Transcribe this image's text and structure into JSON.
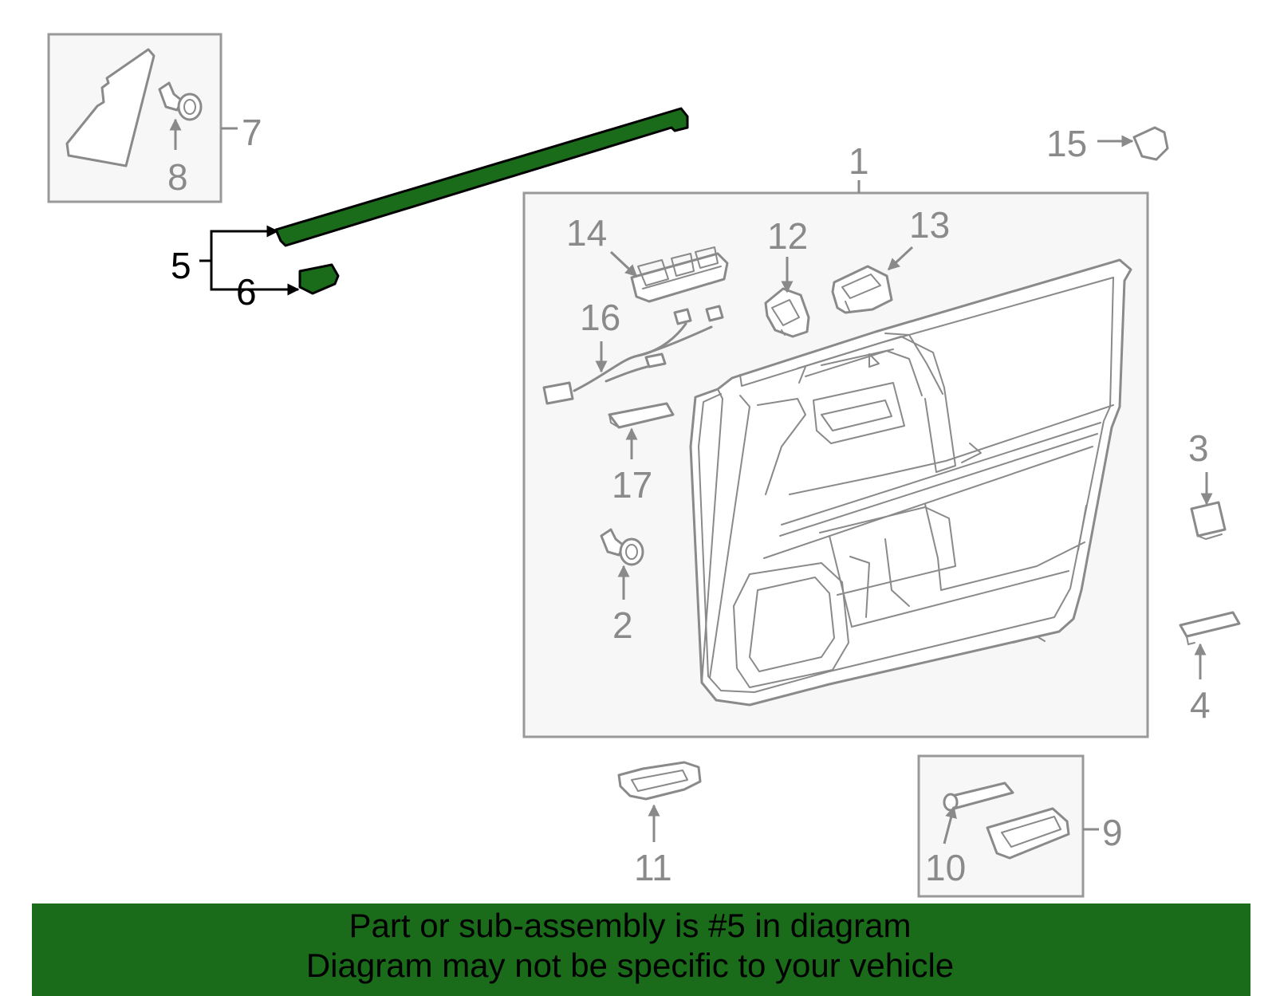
{
  "colors": {
    "highlight_part": "#1a6b1a",
    "banner_background": "#1a6b1a",
    "part_outline": "#8a8a8a",
    "box_fill": "#f7f7f7",
    "highlight_text": "#000000"
  },
  "callouts": {
    "c1": "1",
    "c2": "2",
    "c3": "3",
    "c4": "4",
    "c5": "5",
    "c6": "6",
    "c7": "7",
    "c8": "8",
    "c9": "9",
    "c10": "10",
    "c11": "11",
    "c12": "12",
    "c13": "13",
    "c14": "14",
    "c15": "15",
    "c16": "16",
    "c17": "17"
  },
  "highlighted_part": "5",
  "banner": {
    "line1": "Part or sub-assembly is #5 in diagram",
    "line2": "Diagram may not be specific to your vehicle"
  }
}
